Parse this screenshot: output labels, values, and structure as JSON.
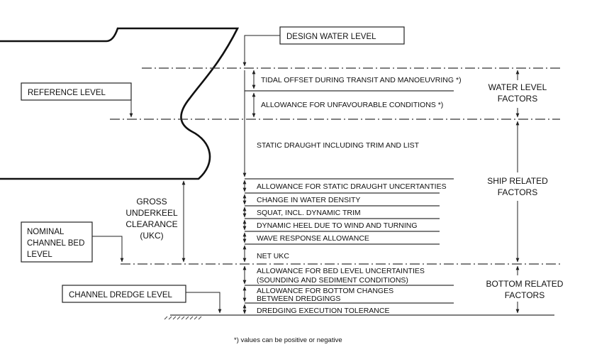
{
  "labels": {
    "design_water_level": "DESIGN WATER LEVEL",
    "reference_level": "REFERENCE LEVEL",
    "nominal_channel_bed_level": [
      "NOMINAL",
      "CHANNEL BED",
      "LEVEL"
    ],
    "channel_dredge_level": "CHANNEL DREDGE LEVEL",
    "gross_ukc": [
      "GROSS",
      "UNDERKEEL",
      "CLEARANCE",
      "(UKC)"
    ]
  },
  "components": [
    "TIDAL OFFSET DURING TRANSIT AND MANOEUVRING *)",
    "ALLOWANCE FOR UNFAVOURABLE CONDITIONS *)",
    "STATIC DRAUGHT INCLUDING TRIM AND LIST",
    "ALLOWANCE FOR STATIC DRAUGHT UNCERTANTIES",
    "CHANGE IN WATER DENSITY",
    "SQUAT, INCL. DYNAMIC TRIM",
    "DYNAMIC HEEL DUE TO WIND AND TURNING",
    "WAVE RESPONSE ALLOWANCE",
    "NET UKC",
    [
      "ALLOWANCE FOR BED LEVEL UNCERTAINTIES",
      "(SOUNDING AND SEDIMENT CONDITIONS)"
    ],
    [
      "ALLOWANCE FOR BOTTOM CHANGES",
      "BETWEEN DREDGINGS"
    ],
    "DREDGING EXECUTION TOLERANCE"
  ],
  "groups": {
    "water_level": [
      "WATER LEVEL",
      "FACTORS"
    ],
    "ship_related": [
      "SHIP RELATED",
      "FACTORS"
    ],
    "bottom_related": [
      "BOTTOM RELATED",
      "FACTORS"
    ]
  },
  "footnote": "*)  values can be positive or negative"
}
